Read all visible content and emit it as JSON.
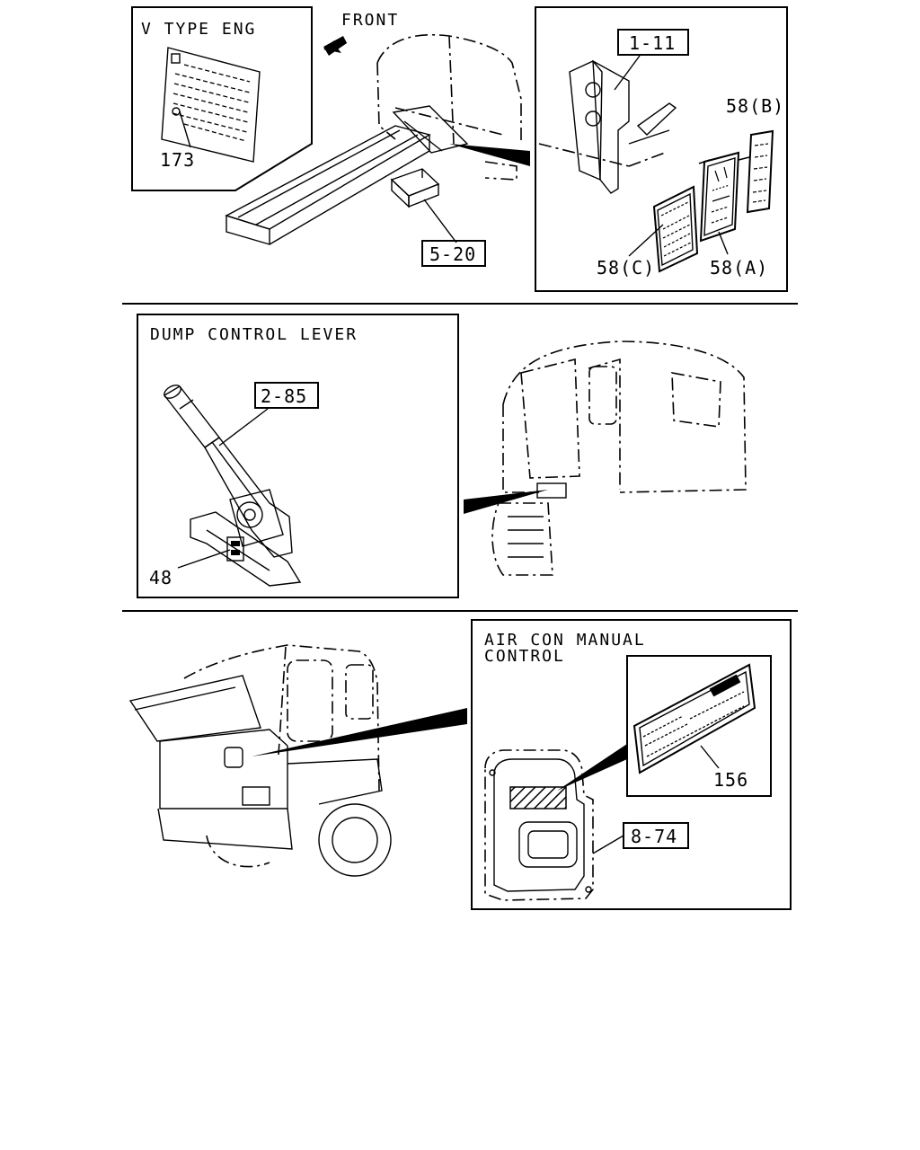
{
  "sections": {
    "top": {
      "inset_v_type_eng": {
        "title": "V TYPE ENG",
        "callout_173": "173"
      },
      "front_label": "FRONT",
      "callout_5_20": "5-20",
      "inset_labels": {
        "callout_1_11": "1-11",
        "callout_58b": "58(B)",
        "callout_58c": "58(C)",
        "callout_58a": "58(A)"
      }
    },
    "middle": {
      "inset_dump": {
        "title": "DUMP CONTROL LEVER",
        "callout_2_85": "2-85",
        "callout_48": "48"
      }
    },
    "bottom": {
      "inset_aircon": {
        "title_line1": "AIR CON MANUAL",
        "title_line2": "CONTROL",
        "callout_156": "156",
        "callout_8_74": "8-74"
      }
    }
  },
  "colors": {
    "line": "#000000",
    "background": "#ffffff",
    "hatch": "#000000"
  }
}
